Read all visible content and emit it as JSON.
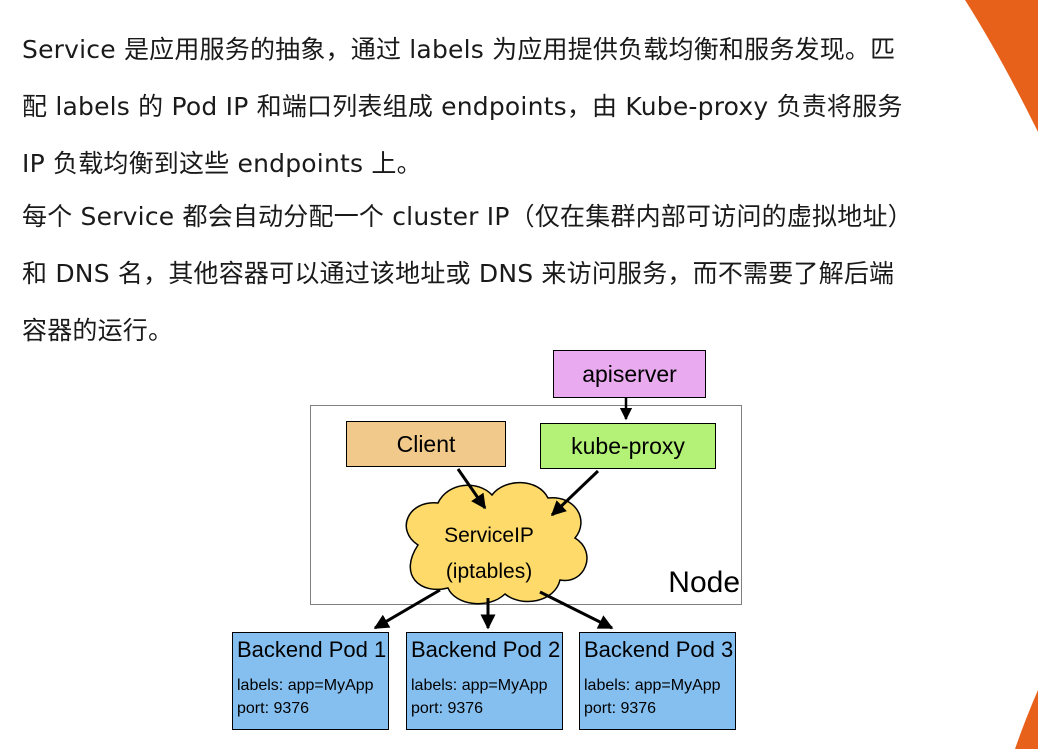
{
  "text": {
    "paragraph_1": [
      "Service 是应用服务的抽象，通过 labels 为应用提供负载均衡和服务发现。匹",
      "配 labels 的 Pod IP 和端口列表组成 endpoints，由 Kube-proxy 负责将服务",
      "IP 负载均衡到这些 endpoints 上。"
    ],
    "paragraph_2": [
      "每个 Service 都会自动分配一个 cluster IP（仅在集群内部可访问的虚拟地址）",
      "和 DNS 名，其他容器可以通过该地址或 DNS 来访问服务，而不需要了解后端",
      "容器的运行。"
    ]
  },
  "diagram": {
    "apiserver": "apiserver",
    "client": "Client",
    "kube_proxy": "kube-proxy",
    "service_ip": "ServiceIP",
    "iptables": "(iptables)",
    "node_label": "Node",
    "pods": [
      {
        "title": "Backend Pod 1",
        "labels": "labels: app=MyApp",
        "port": "port: 9376"
      },
      {
        "title": "Backend Pod 2",
        "labels": "labels: app=MyApp",
        "port": "port: 9376"
      },
      {
        "title": "Backend Pod 3",
        "labels": "labels: app=MyApp",
        "port": "port: 9376"
      }
    ]
  },
  "colors": {
    "accent_orange": "#e8611a",
    "apiserver_fill": "#e9aaf0",
    "client_fill": "#f1c98b",
    "kube_proxy_fill": "#b3f177",
    "cloud_fill": "#fdda6a",
    "pod_fill": "#85bff0"
  }
}
